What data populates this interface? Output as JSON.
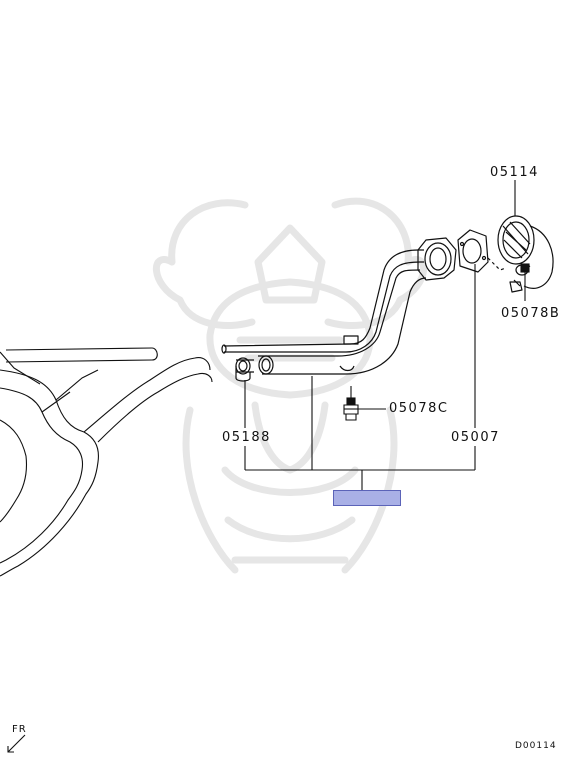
{
  "colors": {
    "line": "#111111",
    "watermark": "#e6e6e6",
    "highlight_fill": "#a9b0e6",
    "highlight_border": "#5b63b8"
  },
  "parts": {
    "filler_cap": "05114",
    "cap_screw": "05078B",
    "hose_clamp_bolt": "05078C",
    "breather_hose": "05188",
    "filler_neck": "05007"
  },
  "orientation_mark": "FR",
  "diagram_id": "D00114"
}
